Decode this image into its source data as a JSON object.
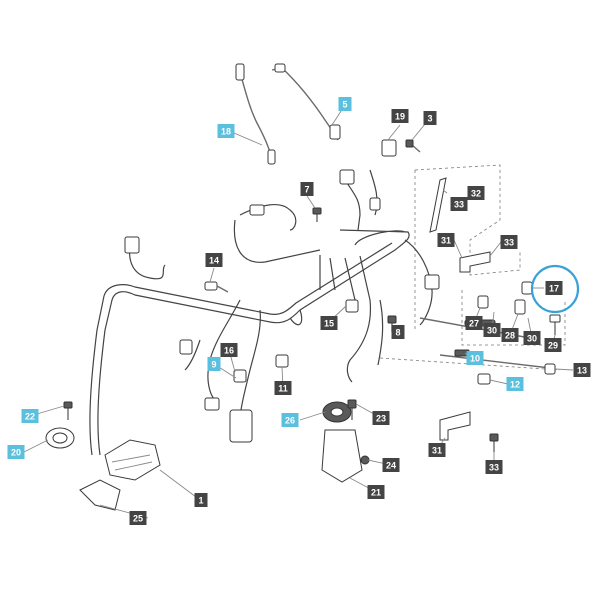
{
  "colors": {
    "dark_label": "#444444",
    "cyan_label": "#5bc0de",
    "highlight_circle": "#3aa0d8"
  },
  "labels": [
    {
      "id": "1",
      "text": "1",
      "style": "dark"
    },
    {
      "id": "3",
      "text": "3",
      "style": "dark"
    },
    {
      "id": "5",
      "text": "5",
      "style": "cyan"
    },
    {
      "id": "7",
      "text": "7",
      "style": "dark"
    },
    {
      "id": "8",
      "text": "8",
      "style": "dark"
    },
    {
      "id": "9",
      "text": "9",
      "style": "cyan"
    },
    {
      "id": "10",
      "text": "10",
      "style": "cyan"
    },
    {
      "id": "11",
      "text": "11",
      "style": "dark"
    },
    {
      "id": "12",
      "text": "12",
      "style": "cyan"
    },
    {
      "id": "13",
      "text": "13",
      "style": "dark"
    },
    {
      "id": "14",
      "text": "14",
      "style": "dark"
    },
    {
      "id": "15",
      "text": "15",
      "style": "dark"
    },
    {
      "id": "16",
      "text": "16",
      "style": "dark"
    },
    {
      "id": "17",
      "text": "17",
      "style": "dark"
    },
    {
      "id": "18",
      "text": "18",
      "style": "cyan"
    },
    {
      "id": "19",
      "text": "19",
      "style": "dark"
    },
    {
      "id": "20",
      "text": "20",
      "style": "cyan"
    },
    {
      "id": "21",
      "text": "21",
      "style": "dark"
    },
    {
      "id": "22",
      "text": "22",
      "style": "cyan"
    },
    {
      "id": "23",
      "text": "23",
      "style": "dark"
    },
    {
      "id": "24",
      "text": "24",
      "style": "dark"
    },
    {
      "id": "25",
      "text": "25",
      "style": "dark"
    },
    {
      "id": "26",
      "text": "26",
      "style": "cyan"
    },
    {
      "id": "27",
      "text": "27",
      "style": "dark"
    },
    {
      "id": "28",
      "text": "28",
      "style": "dark"
    },
    {
      "id": "29",
      "text": "29",
      "style": "dark"
    },
    {
      "id": "30a",
      "text": "30",
      "style": "dark"
    },
    {
      "id": "30b",
      "text": "30",
      "style": "dark"
    },
    {
      "id": "31a",
      "text": "31",
      "style": "dark"
    },
    {
      "id": "31b",
      "text": "31",
      "style": "dark"
    },
    {
      "id": "32",
      "text": "32",
      "style": "dark"
    },
    {
      "id": "33a",
      "text": "33",
      "style": "dark"
    },
    {
      "id": "33b",
      "text": "33",
      "style": "dark"
    },
    {
      "id": "33c",
      "text": "33",
      "style": "dark"
    }
  ]
}
